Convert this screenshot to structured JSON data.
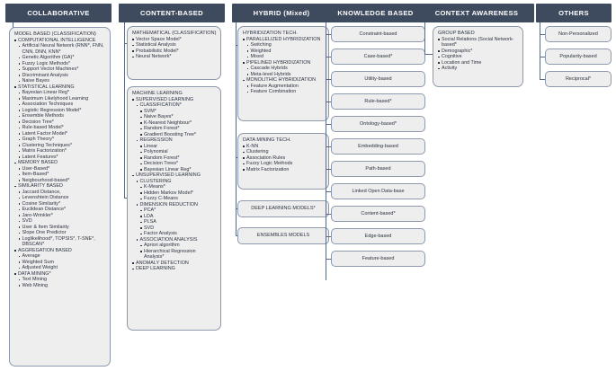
{
  "diagram": {
    "title": "Recommender Systems Taxonomy",
    "colors": {
      "header_bg": "#3e4a5e",
      "header_text": "#ffffff",
      "box_bg": "#eeeeee",
      "box_border": "#8d99ac",
      "connector": "#5c6a80",
      "text": "#2b3240"
    }
  },
  "columns": [
    {
      "id": "collaborative",
      "header": "COLLABORATIVE",
      "boxes": [
        {
          "id": "model-based",
          "title": "MODEL BASED (CLASSIFICATION)",
          "items": [
            {
              "level": 1,
              "text": "COMPUTATIONAL INTELLIGENCE"
            },
            {
              "level": 2,
              "text": "Artificial Neural Network (RNN*, FNN, CNN, DNN, KNN*"
            },
            {
              "level": 2,
              "text": "Genetic Algorithm (GA)*"
            },
            {
              "level": 2,
              "text": "Fuzzy Logic Methods*"
            },
            {
              "level": 2,
              "text": "Support Vector Machines*"
            },
            {
              "level": 2,
              "text": "Discriminant Analysis"
            },
            {
              "level": 2,
              "text": "Naive Bayes"
            },
            {
              "level": 1,
              "text": "STATISTICAL LEARNING"
            },
            {
              "level": 2,
              "text": "Bayesian Linear Reg*"
            },
            {
              "level": 2,
              "text": "Maximum Likelyhood Learning"
            },
            {
              "level": 2,
              "text": "Association Techniques"
            },
            {
              "level": 2,
              "text": "Logistic Regression Model*"
            },
            {
              "level": 2,
              "text": "Ensemble Methods"
            },
            {
              "level": 2,
              "text": "Decision Tree*"
            },
            {
              "level": 2,
              "text": "Rule-based Model*"
            },
            {
              "level": 2,
              "text": "Latent Factor Model*"
            },
            {
              "level": 2,
              "text": "Graph Theory*"
            },
            {
              "level": 2,
              "text": "Clustering Techniques*"
            },
            {
              "level": 2,
              "text": "Matrix Factorization*"
            },
            {
              "level": 2,
              "text": "Latent Features*"
            },
            {
              "level": 1,
              "text": "MEMORY BASED"
            },
            {
              "level": 2,
              "text": "User-Based*"
            },
            {
              "level": 2,
              "text": "Item-Based*"
            },
            {
              "level": 2,
              "text": "Neigbourhood-based*"
            },
            {
              "level": 1,
              "text": "SIMILARITY BASED"
            },
            {
              "level": 2,
              "text": "Jaccard Distance,"
            },
            {
              "level": 2,
              "text": "Levenshtein Distance"
            },
            {
              "level": 2,
              "text": "Cosine Similarity*"
            },
            {
              "level": 2,
              "text": "Euclidean Distance*"
            },
            {
              "level": 2,
              "text": "Jaro-Wrinkler*"
            },
            {
              "level": 2,
              "text": "SVD"
            },
            {
              "level": 2,
              "text": "User & Item Similarity"
            },
            {
              "level": 2,
              "text": "Slope One Predictor"
            },
            {
              "level": 2,
              "text": "Loglikelihood*, TOPSIS*, T-SNE*, DBSCAN*"
            },
            {
              "level": 1,
              "text": "AGGREGATION BASED"
            },
            {
              "level": 2,
              "text": "Average"
            },
            {
              "level": 2,
              "text": "Weighted Sum"
            },
            {
              "level": 2,
              "text": "Adjusted Weight"
            },
            {
              "level": 1,
              "text": "DATA MINING*"
            },
            {
              "level": 2,
              "text": "Text Mining"
            },
            {
              "level": 2,
              "text": "Web Mining"
            }
          ]
        }
      ]
    },
    {
      "id": "content-based",
      "header": "CONTENT-BASED",
      "boxes": [
        {
          "id": "mathematical",
          "title": "MATHEMATICAL (CLASSIFICATION)",
          "items": [
            {
              "level": 1,
              "text": "Vector Space Model*"
            },
            {
              "level": 1,
              "text": "Statistical Analysis"
            },
            {
              "level": 1,
              "text": "Probabilistic Model*"
            },
            {
              "level": 1,
              "text": "Neural Network*"
            }
          ]
        },
        {
          "id": "machine-learning",
          "title": "MACHINE LEARNING",
          "items": [
            {
              "level": 1,
              "text": "SUPERVISED LEARNING"
            },
            {
              "level": 2,
              "text": "CLASSIFICATION*"
            },
            {
              "level": 3,
              "text": "SVM*"
            },
            {
              "level": 3,
              "text": "Naive Bayes*"
            },
            {
              "level": 3,
              "text": "K-Nearest Neighbour*"
            },
            {
              "level": 3,
              "text": "Random Forest*"
            },
            {
              "level": 3,
              "text": "Gradient Boosting Tree*"
            },
            {
              "level": 2,
              "text": "REGRESSION"
            },
            {
              "level": 3,
              "text": "Linear"
            },
            {
              "level": 3,
              "text": "Polynomial"
            },
            {
              "level": 3,
              "text": "Random Forest*"
            },
            {
              "level": 3,
              "text": "Decision Trees*"
            },
            {
              "level": 3,
              "text": "Bayesian Linear Reg*"
            },
            {
              "level": 1,
              "text": "UNSUPERVISED LEARNING"
            },
            {
              "level": 2,
              "text": "CLUSTERING"
            },
            {
              "level": 3,
              "text": "K-Means*"
            },
            {
              "level": 3,
              "text": "Hidden Markov Model*"
            },
            {
              "level": 3,
              "text": "Fuzzy C-Means"
            },
            {
              "level": 2,
              "text": "DIMENSION REDUCTION"
            },
            {
              "level": 3,
              "text": "PCA*"
            },
            {
              "level": 3,
              "text": "LDA"
            },
            {
              "level": 3,
              "text": "PLSA"
            },
            {
              "level": 3,
              "text": "SVD"
            },
            {
              "level": 3,
              "text": "Factor Analysis"
            },
            {
              "level": 2,
              "text": "ASSOCIATION ANALYSIS"
            },
            {
              "level": 3,
              "text": "Apriori algorithm"
            },
            {
              "level": 3,
              "text": "Hierarchical Regression Analysis*"
            },
            {
              "level": 1,
              "text": "ANOMALY DETECTION"
            },
            {
              "level": 1,
              "text": "DEEP LEARNING"
            }
          ]
        }
      ]
    },
    {
      "id": "hybrid",
      "header": "HYBRID (Mixed)",
      "boxes": [
        {
          "id": "hybridization-tech",
          "title": "HYBRIDIZATION TECH.",
          "items": [
            {
              "level": 1,
              "text": "PARALLELIZED HYBRIDIZATION"
            },
            {
              "level": 2,
              "text": "Switching"
            },
            {
              "level": 2,
              "text": "Weighted"
            },
            {
              "level": 2,
              "text": "Mixed"
            },
            {
              "level": 1,
              "text": "PIPELINED HYBRIDIZATION"
            },
            {
              "level": 2,
              "text": "Cascade Hybrids"
            },
            {
              "level": 2,
              "text": "Meta-level Hybrids"
            },
            {
              "level": 1,
              "text": "MONOLITHIC HYBRIDIZATION"
            },
            {
              "level": 2,
              "text": "Feature Augmentation"
            },
            {
              "level": 2,
              "text": "Feature Combination"
            }
          ]
        },
        {
          "id": "data-mining-tech",
          "title": "DATA MINING TECH.",
          "items": [
            {
              "level": 1,
              "text": "K-NN"
            },
            {
              "level": 1,
              "text": "Clustering"
            },
            {
              "level": 1,
              "text": "Association Rules"
            },
            {
              "level": 1,
              "text": "Fuzzy Logic Methods"
            },
            {
              "level": 1,
              "text": "Matrix Factorization"
            }
          ]
        },
        {
          "id": "deep-learning-models",
          "flat": true,
          "label": "DEEP LEARNING MODELS*"
        },
        {
          "id": "ensembles-models",
          "flat": true,
          "label": "ENSEMBLES MODELS"
        }
      ]
    },
    {
      "id": "knowledge-based",
      "header": "KNOWLEDGE BASED",
      "leaves": [
        "Constraint-based",
        "Case-based*",
        "Utility-based",
        "Rule-based*",
        "Ontology-based*",
        "Embedding-based",
        "Path-based",
        "Linked Open Data-base",
        "Content-based*",
        "Edge-based",
        "Feature-based"
      ]
    },
    {
      "id": "context-awareness",
      "header": "CONTEXT AWARENESS",
      "boxes": [
        {
          "id": "group-based",
          "title": "GROUP BASED",
          "items": [
            {
              "level": 1,
              "text": "Social Relations (Social Network-based*"
            },
            {
              "level": 1,
              "text": "Demographic*"
            },
            {
              "level": 1,
              "text": "Cognitive"
            },
            {
              "level": 1,
              "text": "Location and Time"
            },
            {
              "level": 1,
              "text": "Activity"
            }
          ]
        }
      ]
    },
    {
      "id": "others",
      "header": "OTHERS",
      "leaves": [
        "Non-Personalized",
        "Popularity-based",
        "Reciprocal*"
      ]
    }
  ]
}
